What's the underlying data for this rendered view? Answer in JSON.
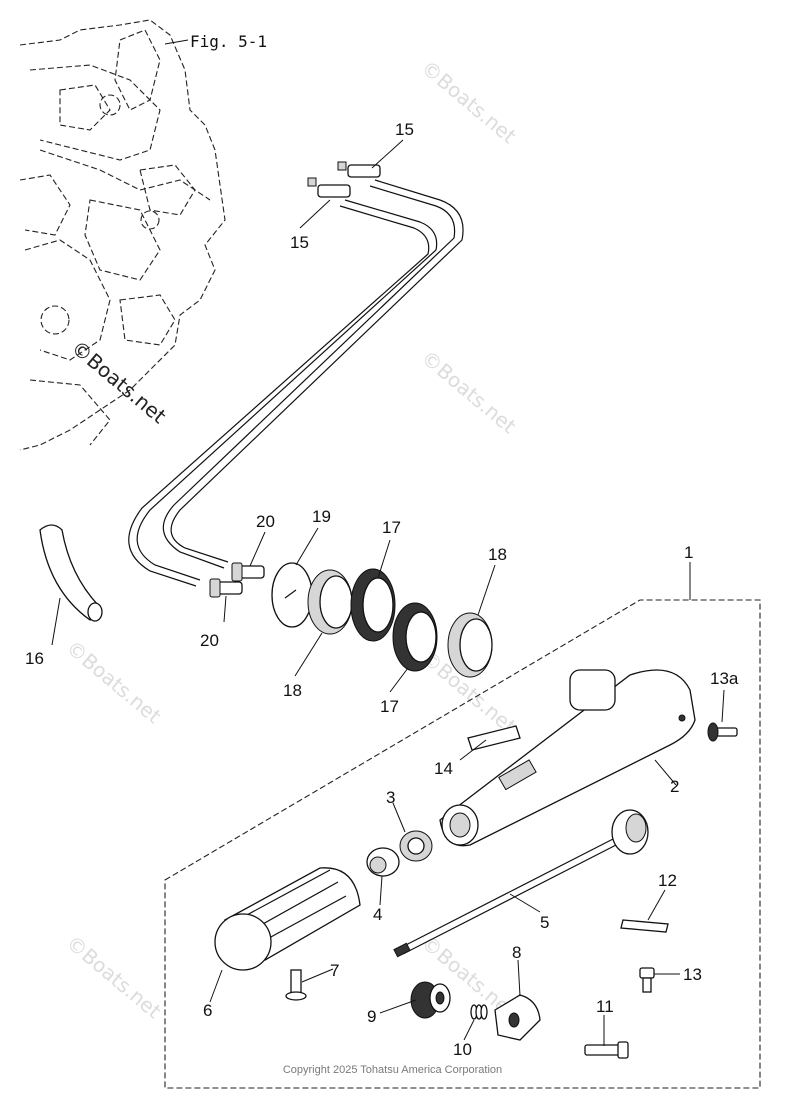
{
  "figure_ref": "Fig. 5-1",
  "watermark": "©Boats.net",
  "copyright": "Copyright 2025 Tohatsu America Corporation",
  "callouts": {
    "c1": "1",
    "c2": "2",
    "c3": "3",
    "c4": "4",
    "c5": "5",
    "c6": "6",
    "c7": "7",
    "c8": "8",
    "c9": "9",
    "c10": "10",
    "c11": "11",
    "c12": "12",
    "c13": "13",
    "c13a": "13a",
    "c14": "14",
    "c15a": "15",
    "c15b": "15",
    "c16": "16",
    "c17a": "17",
    "c17b": "17",
    "c18a": "18",
    "c18b": "18",
    "c19": "19",
    "c20a": "20",
    "c20b": "20"
  }
}
